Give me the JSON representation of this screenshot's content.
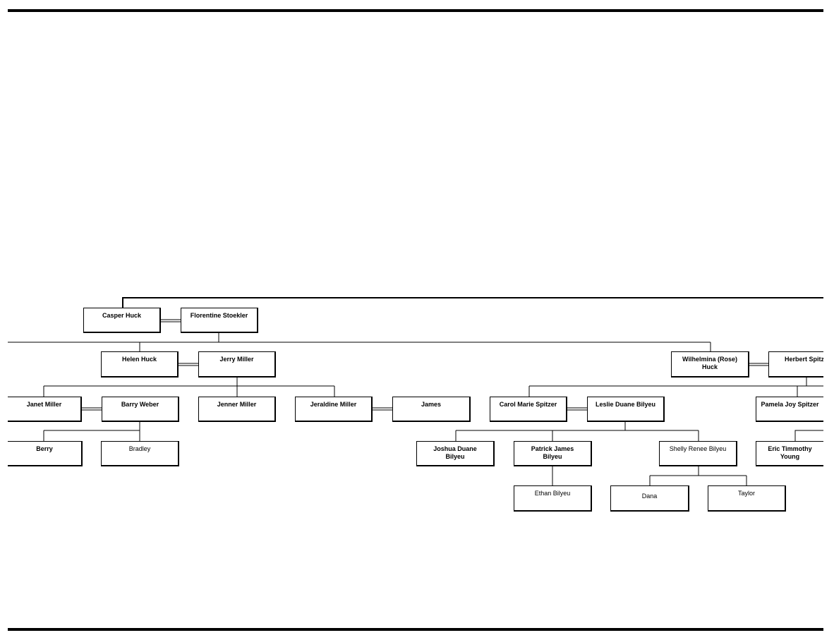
{
  "people": {
    "casper": "Casper Huck",
    "florentine": "Florentine Stoekler",
    "helen": "Helen Huck",
    "jerry": "Jerry Miller",
    "wilhelmina": "Wilhelmina (Rose) Huck",
    "herbert": "Herbert Spitzer",
    "janet": "Janet Miller",
    "barry": "Barry Weber",
    "jenner": "Jenner Miller",
    "jeraldine": "Jeraldine Miller",
    "james": "James",
    "carol": "Carol Marie Spitzer",
    "leslie": "Leslie Duane Bilyeu",
    "pamela": "Pamela Joy Spitzer",
    "berry": "Berry",
    "bradley": "Bradley",
    "joshua": "Joshua Duane Bilyeu",
    "patrick": "Patrick James Bilyeu",
    "shelly": "Shelly Renee Bilyeu",
    "eric": "Eric Timmothy Young",
    "ethan": "Ethan Bilyeu",
    "dana": "Dana",
    "taylor": "Taylor"
  },
  "colors": {
    "line": "#000000",
    "box_fill": "#ffffff"
  }
}
